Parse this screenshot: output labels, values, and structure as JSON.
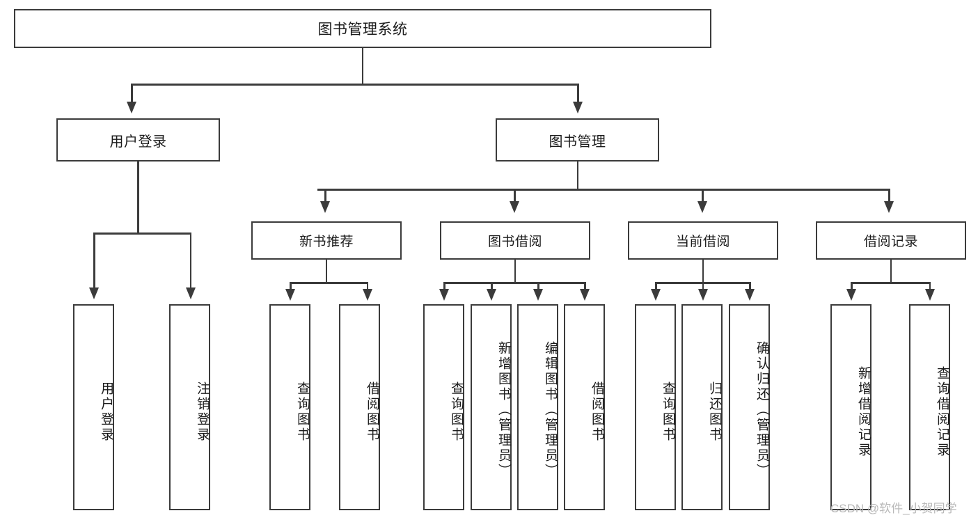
{
  "diagram": {
    "type": "tree-hierarchy",
    "title": "图书管理系统",
    "root": {
      "label": "图书管理系统"
    },
    "level1": [
      {
        "label": "用户登录"
      },
      {
        "label": "图书管理"
      }
    ],
    "level2": [
      {
        "label": "新书推荐"
      },
      {
        "label": "图书借阅"
      },
      {
        "label": "当前借阅"
      },
      {
        "label": "借阅记录"
      }
    ],
    "leaves": {
      "user_login": [
        {
          "label": "用户登录"
        },
        {
          "label": "注销登录"
        }
      ],
      "new_book_recommend": [
        {
          "label": "查询图书"
        },
        {
          "label": "借阅图书"
        }
      ],
      "book_borrow": [
        {
          "label": "查询图书"
        },
        {
          "label": "新增图书（管理员）"
        },
        {
          "label": "编辑图书（管理员）"
        },
        {
          "label": "借阅图书"
        }
      ],
      "current_borrow": [
        {
          "label": "查询图书"
        },
        {
          "label": "归还图书"
        },
        {
          "label": "确认归还（管理员）"
        }
      ],
      "borrow_record": [
        {
          "label": "新增借阅记录"
        },
        {
          "label": "查询借阅记录"
        }
      ]
    }
  },
  "watermark": {
    "text": "CSDN @软件_小贺同学"
  },
  "colors": {
    "stroke": "#3b3b3b",
    "text": "#1b1b1b",
    "background": "#ffffff",
    "watermark": "#b9b9b9"
  }
}
